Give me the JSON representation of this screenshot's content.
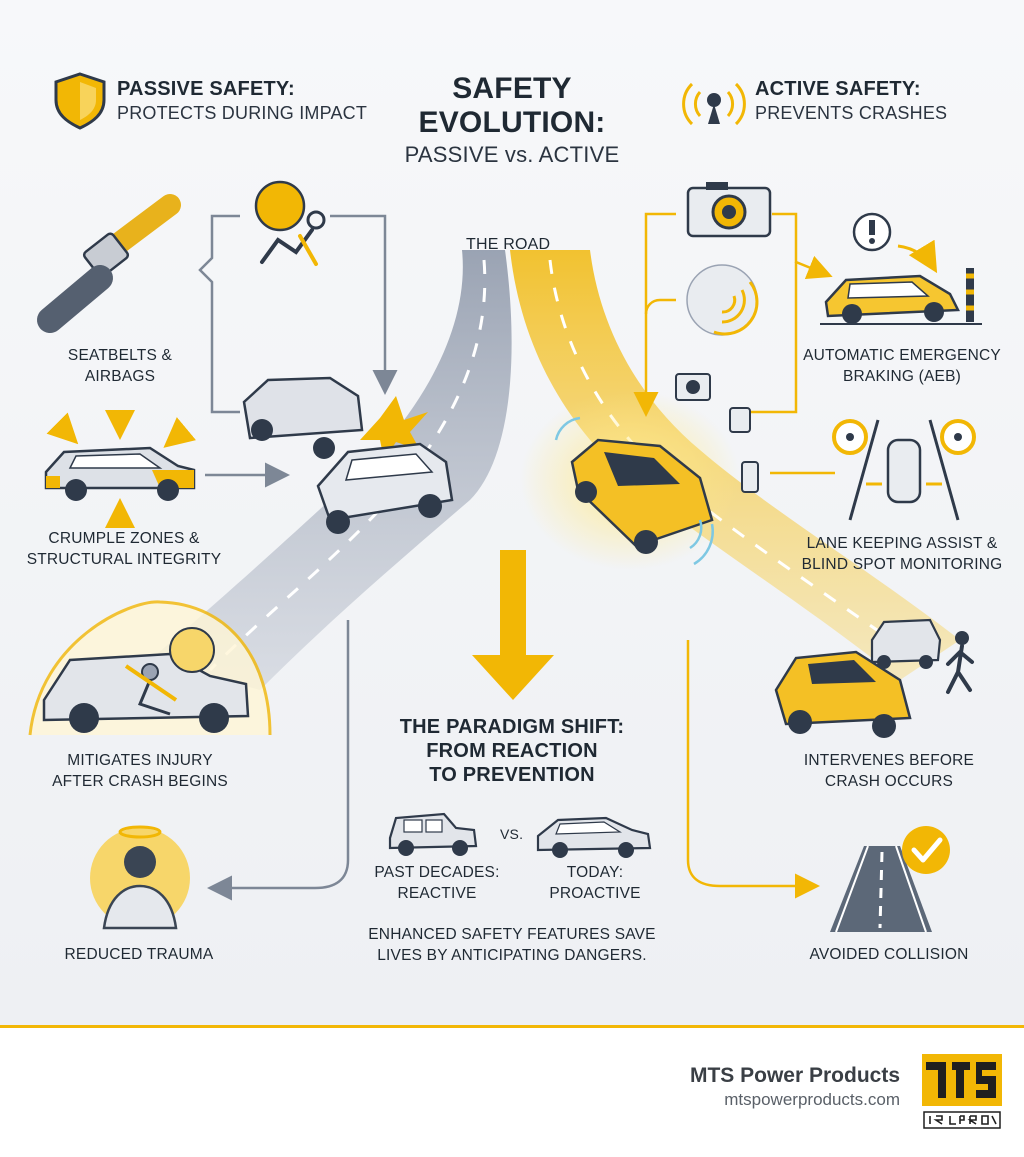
{
  "passive": {
    "heading": "PASSIVE SAFETY:",
    "subheading": "PROTECTS DURING IMPACT",
    "items": {
      "seatbelts": "SEATBELTS &\nAIRBAGS",
      "crumple": "CRUMPLE ZONES &\nSTRUCTURAL INTEGRITY",
      "mitigates": "MITIGATES INJURY\nAFTER CRASH BEGINS",
      "outcome": "REDUCED TRAUMA"
    }
  },
  "active": {
    "heading": "ACTIVE SAFETY:",
    "subheading": "PREVENTS CRASHES",
    "items": {
      "aeb": "AUTOMATIC EMERGENCY\nBRAKING (AEB)",
      "lane": "LANE KEEPING ASSIST &\nBLIND SPOT MONITORING",
      "intervenes": "INTERVENES BEFORE\nCRASH OCCURS",
      "outcome": "AVOIDED COLLISION"
    }
  },
  "title": {
    "line1": "SAFETY",
    "line2": "EVOLUTION:",
    "line3": "PASSIVE vs. ACTIVE"
  },
  "road_label": "THE ROAD",
  "shift": {
    "title": "THE PARADIGM SHIFT:\nFROM REACTION\nTO PREVENTION",
    "past": "PAST DECADES:\nREACTIVE",
    "vs": "VS.",
    "today": "TODAY:\nPROACTIVE",
    "summary": "ENHANCED SAFETY FEATURES SAVE\nLIVES BY ANTICIPATING DANGERS."
  },
  "footer": {
    "brand": "MTS Power Products",
    "url": "mtspowerproducts.com"
  },
  "colors": {
    "accent": "#f2b705",
    "road_gray": "#8a94a6",
    "dark": "#2f3a4a"
  },
  "icons": [
    "shield-icon",
    "radar-signal-icon",
    "seatbelt-icon",
    "airbag-icon",
    "crumple-car-icon",
    "airbag-car-icon",
    "person-halo-icon",
    "camera-icon",
    "radar-icon",
    "warning-icon",
    "lane-assist-icon",
    "pedestrian-icon",
    "checkmark-icon",
    "vintage-car-icon",
    "modern-car-icon"
  ]
}
